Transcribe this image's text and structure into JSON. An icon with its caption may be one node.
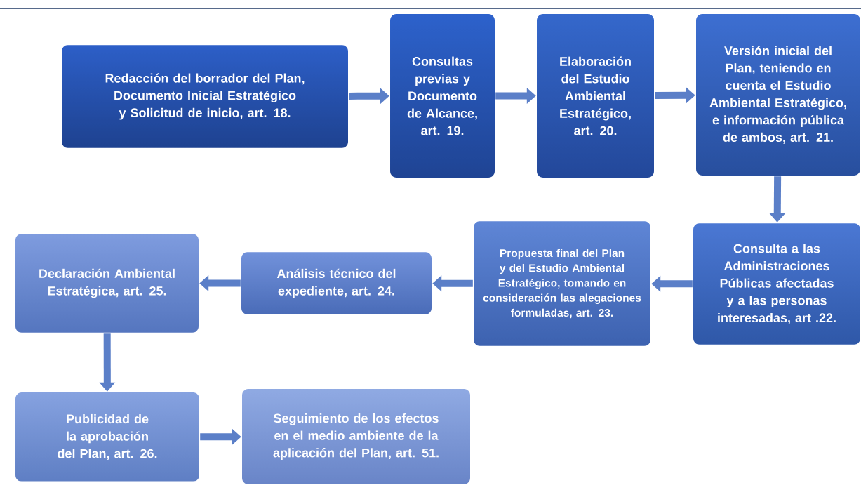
{
  "diagram": {
    "nodes": [
      {
        "text": [
          "Redacción del borrador del Plan, Documento Inicial Estratégico y Solicitud de inicio, art. 18."
        ]
      },
      {
        "text": [
          "Consultas previas y Documento de Alcance, art. 19."
        ]
      },
      {
        "text": [
          "Elaboración del Estudio Ambiental Estratégico, art. 20."
        ]
      },
      {
        "text": [
          "Versión inicial del Plan, teniendo en cuenta el Estudio Ambiental Estratégico, e información pública de ambos, art. 21."
        ]
      },
      {
        "text": [
          "Consulta a las Administraciones Públicas afectadas y a las personas interesadas, art .22."
        ]
      },
      {
        "text": [
          "Propuesta final del Plan y del Estudio Ambiental Estratégico, tomando en consideración las alegaciones formuladas, art. 23."
        ]
      },
      {
        "text": [
          "Análisis técnico del expediente, art. 24."
        ]
      },
      {
        "text": [
          "Declaración Ambiental Estratégica, art. 25."
        ]
      },
      {
        "text": [
          "Publicidad de la aprobación del Plan, art. 26."
        ]
      },
      {
        "text": [
          "Seguimiento de los efectos en el medio ambiente de la aplicación del Plan, art. 51."
        ]
      }
    ],
    "edges": [
      {
        "from": 0,
        "to": 1,
        "arrow": "to"
      },
      {
        "from": 1,
        "to": 2,
        "arrow": "to"
      },
      {
        "from": 2,
        "to": 3,
        "arrow": "to"
      },
      {
        "from": 3,
        "to": 4,
        "arrow": "to"
      },
      {
        "from": 4,
        "to": 5,
        "arrow": "to"
      },
      {
        "from": 5,
        "to": 6,
        "arrow": "to"
      },
      {
        "from": 6,
        "to": 7,
        "arrow": "to"
      },
      {
        "from": 7,
        "to": 8,
        "arrow": "to"
      },
      {
        "from": 8,
        "to": 9,
        "arrow": "to"
      }
    ]
  }
}
